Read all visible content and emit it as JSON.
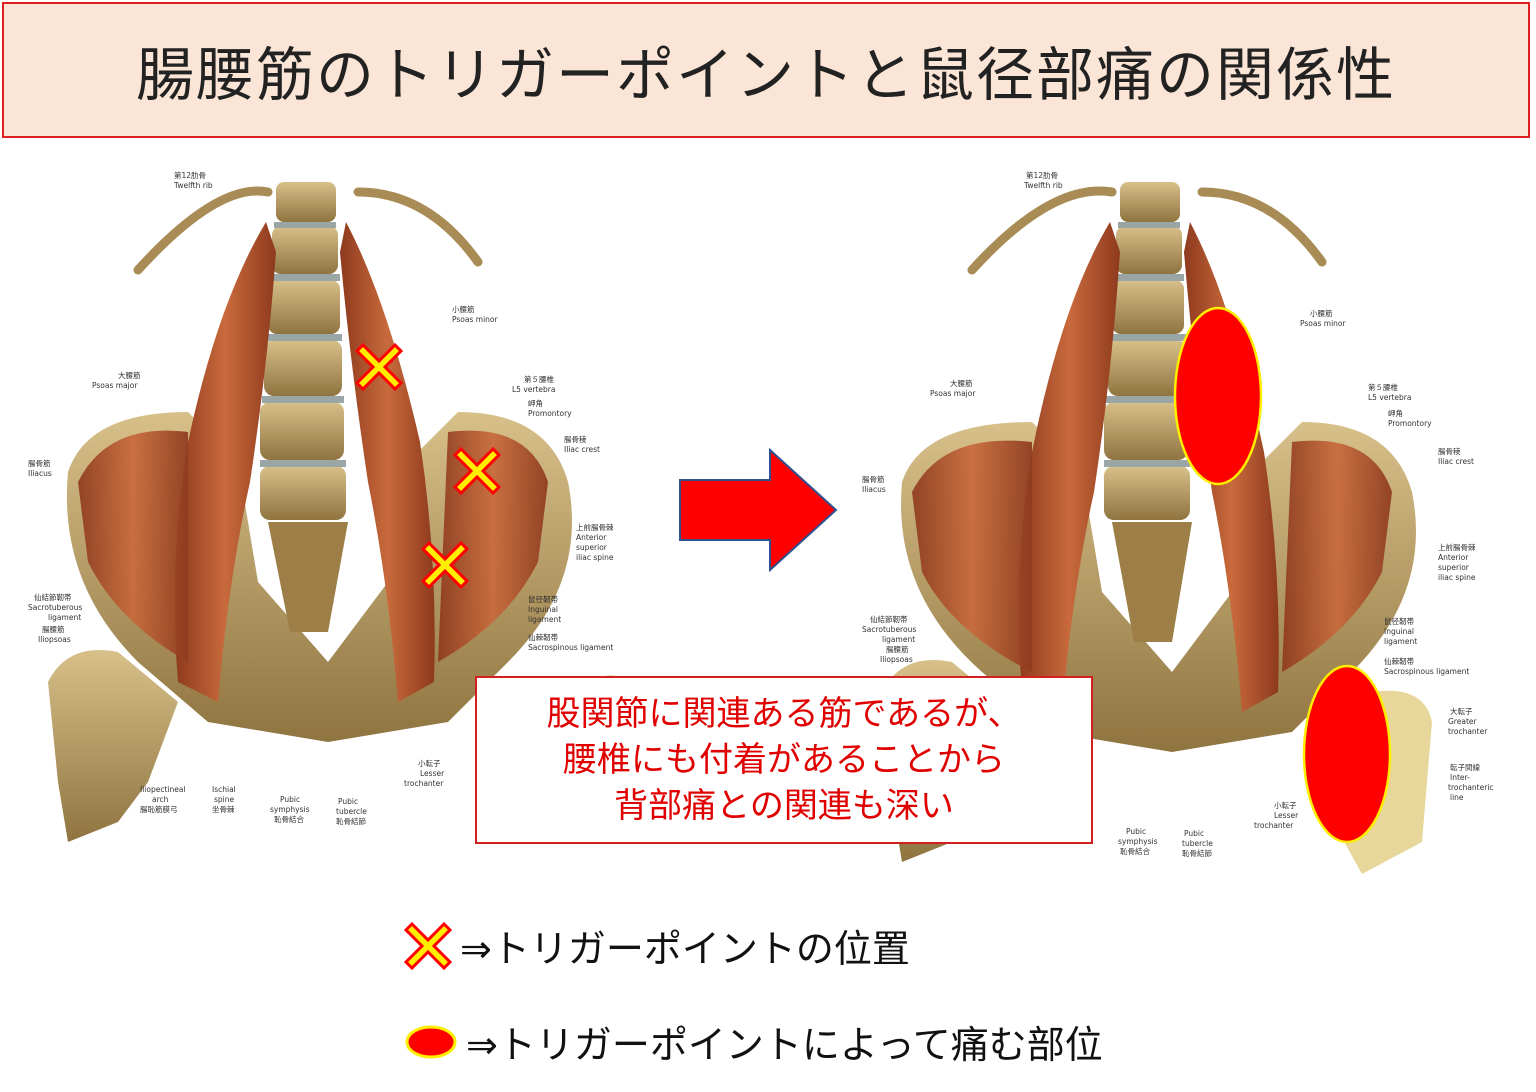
{
  "title": "腸腰筋のトリガーポイントと鼠径部痛の関係性",
  "anatomy_labels": {
    "twelfth_rib_jp": "第12肋骨",
    "twelfth_rib_en": "Twelfth rib",
    "psoas_minor_jp": "小腰筋",
    "psoas_minor_en": "Psoas minor",
    "psoas_major_jp": "大腰筋",
    "psoas_major_en": "Psoas major",
    "l5_jp": "第５腰椎",
    "l5_en": "L5 vertebra",
    "promontory_jp": "岬角",
    "promontory_en": "Promontory",
    "iliac_crest_jp": "腸骨稜",
    "iliac_crest_en": "Iliac crest",
    "iliacus_jp": "腸骨筋",
    "iliacus_en": "Iliacus",
    "asis_jp": "上前腸骨棘",
    "asis_en1": "Anterior",
    "asis_en2": "superior",
    "asis_en3": "iliac spine",
    "sacrotuberous_jp": "仙結節靭帯",
    "sacrotuberous_en1": "Sacrotuberous",
    "sacrotuberous_en2": "ligament",
    "iliopsoas_jp": "腸腰筋",
    "iliopsoas_en": "Iliopsoas",
    "inguinal_jp": "鼠径靭帯",
    "inguinal_en1": "Inguinal",
    "inguinal_en2": "ligament",
    "sacrospinous_jp": "仙棘靭帯",
    "sacrospinous_en": "Sacrospinous ligament",
    "iliopectineal_en1": "Iliopectineal",
    "iliopectineal_en2": "arch",
    "iliopectineal_jp": "腸恥筋膜弓",
    "ischial_en1": "Ischial",
    "ischial_en2": "spine",
    "ischial_jp": "坐骨棘",
    "symphysis_en1": "Pubic",
    "symphysis_en2": "symphysis",
    "symphysis_jp": "恥骨結合",
    "tubercle_en1": "Pubic",
    "tubercle_en2": "tubercle",
    "tubercle_jp": "恥骨結節",
    "lesser_troch_jp": "小転子",
    "lesser_troch_en1": "Lesser",
    "lesser_troch_en2": "trochanter",
    "greater_troch_jp": "大転子",
    "greater_troch_en1": "Greater",
    "greater_troch_en2": "trochanter",
    "intertroch_jp": "転子間線",
    "intertroch_en1": "Inter-",
    "intertroch_en2": "trochanteric",
    "intertroch_en3": "line"
  },
  "note": {
    "line1": "股関節に関連ある筋であるが、",
    "line2": "腰椎にも付着があることから",
    "line3": "背部痛との関連も深い"
  },
  "legend": {
    "trigger_point": "⇒トリガーポイントの位置",
    "pain_area": "⇒トリガーポイントによって痛む部位"
  },
  "colors": {
    "title_bg": "#fbe5d6",
    "title_border": "#e02020",
    "arrow": "#ff0000",
    "marker_fill": "#ffee00",
    "marker_outline": "#ff0000",
    "pain_fill": "#ff0000",
    "pain_outline": "#ffee00",
    "note_text": "#e00000",
    "muscle": "#b5552f",
    "bone": "#b79a5e"
  }
}
